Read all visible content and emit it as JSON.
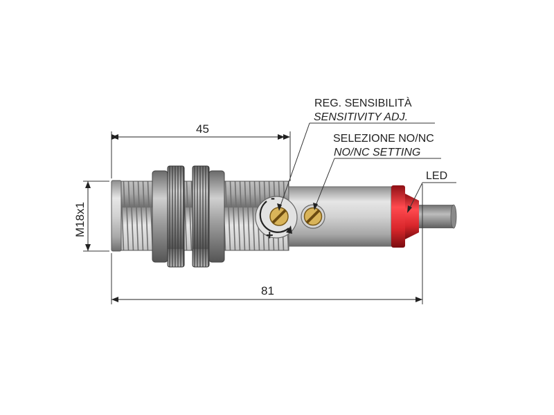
{
  "dimensions": {
    "thread_length": "45",
    "total_length": "81",
    "thread_size": "M18x1"
  },
  "labels": {
    "sensitivity_it": "REG. SENSIBILITÀ",
    "sensitivity_en": "SENSITIVITY ADJ.",
    "nonc_it": "SELEZIONE NO/NC",
    "nonc_en": "NO/NC SETTING",
    "led": "LED"
  },
  "adjuster_marks": {
    "minus": "-",
    "plus": "+"
  },
  "colors": {
    "body": "#c9c9c9",
    "thread": "#b5b5b5",
    "led": "#d8262b",
    "cable": "#9a9a9a",
    "screw": "#d9b45a"
  }
}
